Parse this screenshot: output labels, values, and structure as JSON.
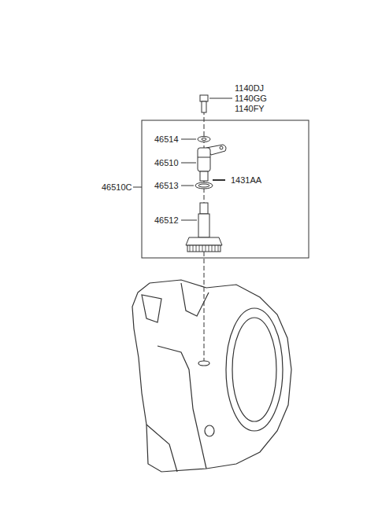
{
  "diagram": {
    "labels": [
      "1140DJ",
      "1140GG",
      "1140FY",
      "46514",
      "46510",
      "46510C",
      "46513",
      "1431AA",
      "46512"
    ]
  }
}
